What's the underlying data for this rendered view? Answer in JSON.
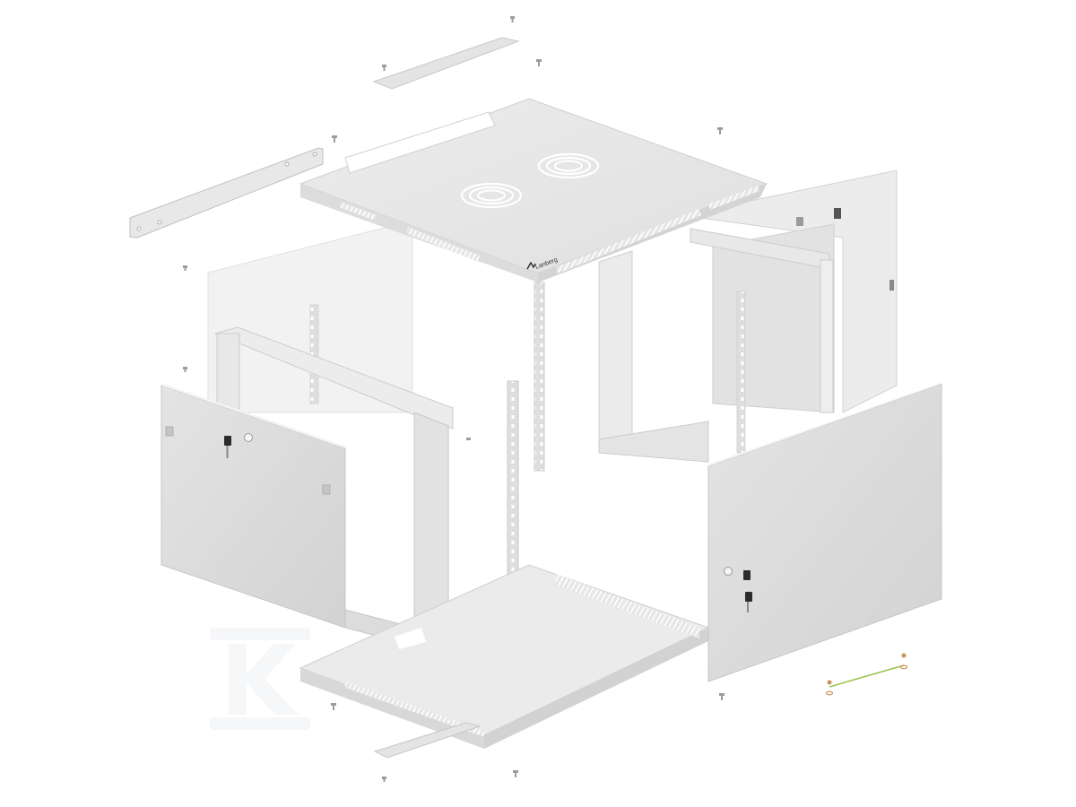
{
  "image": {
    "subject": "Exploded view of a wall-mounted network rack cabinet",
    "background": "#ffffff",
    "brand_logo_text": "Lanberg",
    "watermark_letter": "K",
    "colors": {
      "panel_light": "#ececec",
      "panel_mid": "#dedede",
      "panel_shadow": "#c9c9c9",
      "edge": "#b8b8b8",
      "key_dark": "#2b2b2b",
      "ground_wire": "#9ac24a",
      "washer": "#c8935a"
    }
  },
  "parts": [
    {
      "id": "top-cover-strip",
      "label": "top cover strip"
    },
    {
      "id": "rear-wall-bracket",
      "label": "wall mounting bracket"
    },
    {
      "id": "top-panel",
      "label": "top panel with fan cutouts"
    },
    {
      "id": "left-side-panel",
      "label": "left side panel"
    },
    {
      "id": "left-door",
      "label": "left side door with lock"
    },
    {
      "id": "front-frame",
      "label": "front frame"
    },
    {
      "id": "rack-rail-front",
      "label": "19-inch mounting rail"
    },
    {
      "id": "rack-rail-rear",
      "label": "19-inch mounting rail"
    },
    {
      "id": "rear-frame",
      "label": "rear frame with back plate"
    },
    {
      "id": "right-door",
      "label": "front door with lock"
    },
    {
      "id": "bottom-panel",
      "label": "bottom panel"
    },
    {
      "id": "bottom-cover-strip",
      "label": "bottom cover strip"
    },
    {
      "id": "ground-wire",
      "label": "grounding wire with washers"
    }
  ]
}
